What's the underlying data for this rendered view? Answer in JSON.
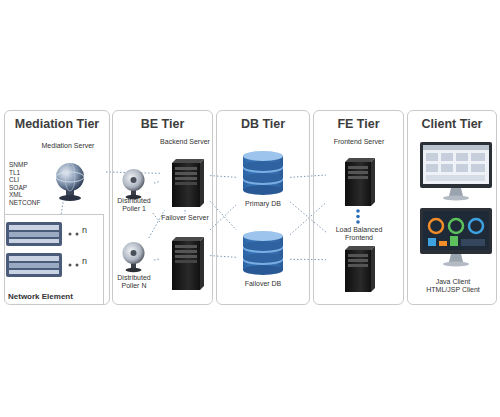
{
  "diagram": {
    "nodes": [
      {
        "text": [
          "Mediation Tier"
        ]
      },
      {
        "text": [
          "Mediation Server"
        ],
        "in": 0
      },
      {
        "text": [
          "Network Element"
        ],
        "in": 0
      },
      {
        "text": [
          "BE Tier"
        ]
      },
      {
        "text": [
          "Distributed Poller 1"
        ],
        "in": 3
      },
      {
        "text": [
          "Backend Server"
        ],
        "in": 3
      },
      {
        "text": [
          "Failover Server"
        ],
        "in": 3
      },
      {
        "text": [
          "Distributed Poller N"
        ],
        "in": 3
      },
      {
        "text": [
          "DB Tier"
        ]
      },
      {
        "text": [
          "Primary DB"
        ],
        "in": 8
      },
      {
        "text": [
          "Failover DB"
        ],
        "in": 8
      },
      {
        "text": [
          "FE Tier"
        ]
      },
      {
        "text": [
          "Frontend Server"
        ],
        "in": 11
      },
      {
        "text": [
          "Load Balanced Frontend"
        ],
        "in": 11
      },
      {
        "text": [
          "Client Tier"
        ]
      },
      {
        "text": [
          "Java Client",
          "HTML/JSP Client"
        ],
        "in": 14
      }
    ],
    "edges": [
      {
        "from": 1,
        "to": 5,
        "arrow": "none"
      },
      {
        "from": 2,
        "to": 1,
        "arrow": "none"
      },
      {
        "from": 4,
        "to": 5,
        "arrow": "none"
      },
      {
        "from": 4,
        "to": 6,
        "arrow": "none"
      },
      {
        "from": 7,
        "to": 5,
        "arrow": "none"
      },
      {
        "from": 7,
        "to": 6,
        "arrow": "none"
      },
      {
        "from": 5,
        "to": 6,
        "arrow": "none"
      },
      {
        "from": 5,
        "to": 9,
        "arrow": "none"
      },
      {
        "from": 5,
        "to": 10,
        "arrow": "none"
      },
      {
        "from": 6,
        "to": 9,
        "arrow": "none"
      },
      {
        "from": 6,
        "to": 10,
        "arrow": "none"
      },
      {
        "from": 9,
        "to": 12,
        "arrow": "none"
      },
      {
        "from": 9,
        "to": 13,
        "arrow": "none"
      },
      {
        "from": 10,
        "to": 12,
        "arrow": "none"
      },
      {
        "from": 10,
        "to": 13,
        "arrow": "none"
      }
    ],
    "labels": [
      "SNMP",
      "TL1",
      "CLI",
      "SOAP",
      "XML",
      "NETCONF",
      "n",
      "n"
    ]
  }
}
